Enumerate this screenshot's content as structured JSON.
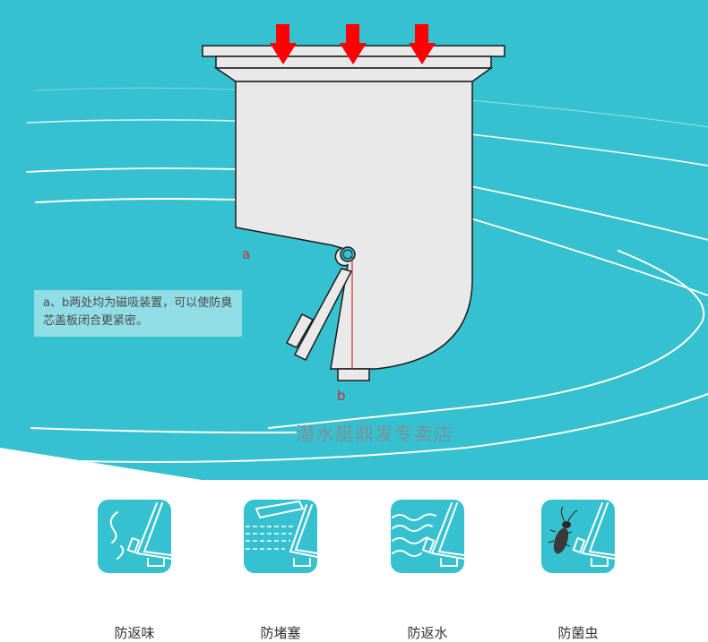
{
  "colors": {
    "teal": "#36c1d0",
    "device_fill": "#e9e9ea",
    "device_stroke": "#1a1a1a",
    "arrow_red": "#ff0000",
    "magnet_line": "#c8302f",
    "icon_teal": "#36c1d0"
  },
  "diagram": {
    "pressure_arrows": 3,
    "label_a": "a",
    "label_b": "b",
    "note": "a、b两处均为磁吸装置，可以使防臭芯盖板闭合更紧密。",
    "watermark": "潜水艇鼎发专卖店"
  },
  "features": [
    {
      "label": "防返味",
      "icon": "odor-icon"
    },
    {
      "label": "防堵塞",
      "icon": "anti-clog-icon"
    },
    {
      "label": "防返水",
      "icon": "water-backflow-icon"
    },
    {
      "label": "防菌虫",
      "icon": "insect-icon"
    }
  ]
}
